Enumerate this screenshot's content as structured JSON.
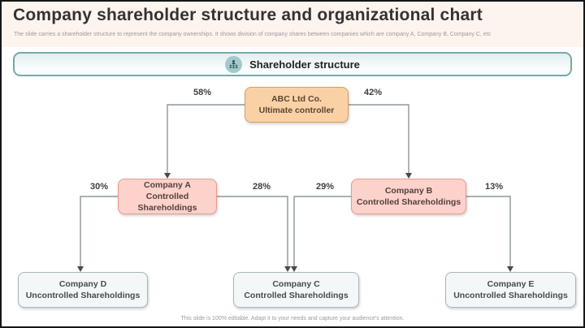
{
  "slide": {
    "title": "Company shareholder structure and organizational chart",
    "subtitle": "The slide carries a shareholder structure to represent the company ownerships. It shows division of company shares between companies which are company A, Company B, Company C, etc",
    "footer": "This slide is 100% editable. Adapt it to your needs and capture your audience's attention."
  },
  "banner": {
    "label": "Shareholder structure",
    "icon": "org-people-icon"
  },
  "org": {
    "nodes": {
      "root": {
        "name": "ABC Ltd Co.",
        "role": "Ultimate controller"
      },
      "a": {
        "name": "Company A",
        "role": "Controlled Shareholdings"
      },
      "b": {
        "name": "Company B",
        "role": "Controlled Shareholdings"
      },
      "c": {
        "name": "Company C",
        "role": "Controlled Shareholdings"
      },
      "d": {
        "name": "Company D",
        "role": "Uncontrolled Shareholdings"
      },
      "e": {
        "name": "Company E",
        "role": "Uncontrolled Shareholdings"
      }
    },
    "edges": {
      "root_a": "58%",
      "root_b": "42%",
      "a_d": "30%",
      "a_c": "28%",
      "b_c": "29%",
      "b_e": "13%"
    }
  },
  "colors": {
    "header_bg": "#fdf4ee",
    "banner_border": "#79a7ab",
    "banner_icon_circle": "#a4c9cd",
    "root_fill": "#fad1a5",
    "root_border": "#dd9c62",
    "controlled_fill": "#fcd2cb",
    "controlled_border": "#e69b92",
    "uncontrolled_fill": "#f3f7f8",
    "uncontrolled_border": "#a6b6bb",
    "connector": "#8d969b"
  }
}
